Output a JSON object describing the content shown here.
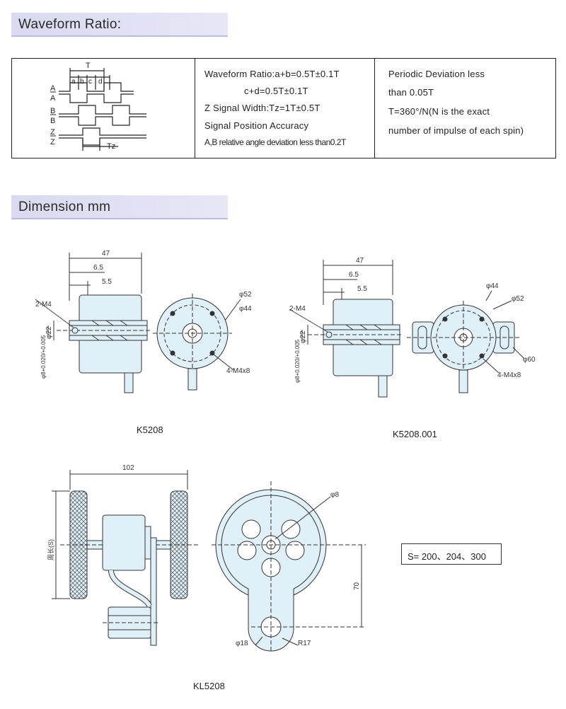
{
  "sections": {
    "waveform_title": "Waveform Ratio:",
    "dimension_title": "Dimension mm"
  },
  "waveform": {
    "signal_labels": [
      "A",
      "A",
      "B",
      "B",
      "Z",
      "Z"
    ],
    "period_label": "T",
    "sub_labels": [
      "a",
      "b",
      "c",
      "d"
    ],
    "tz_label": "Tz"
  },
  "table": {
    "col2": [
      "Waveform Ratio:a+b=0.5T±0.1T",
      "c+d=0.5T±0.1T",
      "Z Signal Width:Tz=1T±0.5T",
      "Signal Position Accuracy",
      "A,B relative angle deviation less than0.2T"
    ],
    "col3": [
      "Periodic Deviation less",
      "than 0.05T",
      "T=360°/N(N is the exact",
      "number of impulse of each spin)"
    ]
  },
  "k5208": {
    "model": "K5208",
    "dims": {
      "length": "47",
      "d1": "6.5",
      "d2": "5.5",
      "thread": "2-M4",
      "dia22": "φ22",
      "shaft": "φ8+0.020/+0.005",
      "outer": "φ52",
      "pcd": "φ44",
      "holes": "4-M4x8"
    }
  },
  "k5208_001": {
    "model": "K5208.001",
    "dims": {
      "length": "47",
      "d1": "6.5",
      "d2": "5.5",
      "thread": "2-M4",
      "dia22": "φ22",
      "shaft": "φ8+0.020/+0.005",
      "pcd": "φ44",
      "outer": "φ52",
      "mount": "φ60",
      "holes": "4-M4x8"
    }
  },
  "kl5208": {
    "model": "KL5208",
    "dims": {
      "width": "102",
      "perimeter": "周长(S)",
      "hole": "φ8",
      "height": "70",
      "dia18": "φ18",
      "radius": "R17"
    },
    "spec": "S= 200、204、300"
  },
  "colors": {
    "fill": "#dff0f8",
    "line": "#333333",
    "header": "#dcdcf2"
  }
}
